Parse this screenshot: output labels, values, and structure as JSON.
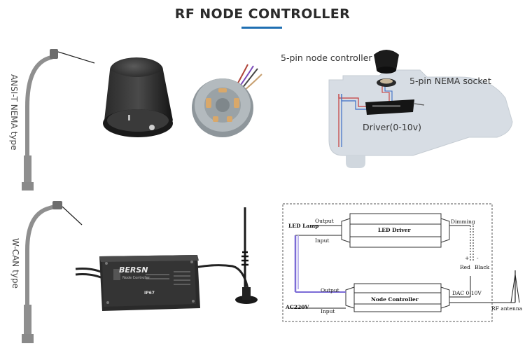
{
  "title": "RF NODE CONTROLLER",
  "sections": {
    "nema": {
      "side_label": "ANSI-T NEMA type"
    },
    "wcan": {
      "side_label": "W-CAN type"
    }
  },
  "nema_callouts": {
    "node_controller": "5-pin node controller",
    "nema_socket": "5-pin NEMA socket",
    "driver": "Driver(0-10v)"
  },
  "product_label": {
    "brand": "BERSN",
    "rating": "IP67",
    "model": "Node Controller"
  },
  "wiring": {
    "led_lamp": "LED Lamp",
    "ac220v": "AC220V",
    "led_driver": "LED Driver",
    "node_controller": "Node Controller",
    "output_top": "Output",
    "input_top": "Input",
    "output_bottom": "Output",
    "input_bottom": "Input",
    "dimming": "Dimming",
    "plus": "+",
    "minus": "-",
    "red": "Red",
    "black": "Black",
    "dac": "DAC 0-10V",
    "rf_antenna": "RF antenna"
  },
  "colors": {
    "accent": "#1f6fb2",
    "pole": "#8f8f8f",
    "wire_purple": "#7b6bd6",
    "housing": "#1e1e1e"
  }
}
